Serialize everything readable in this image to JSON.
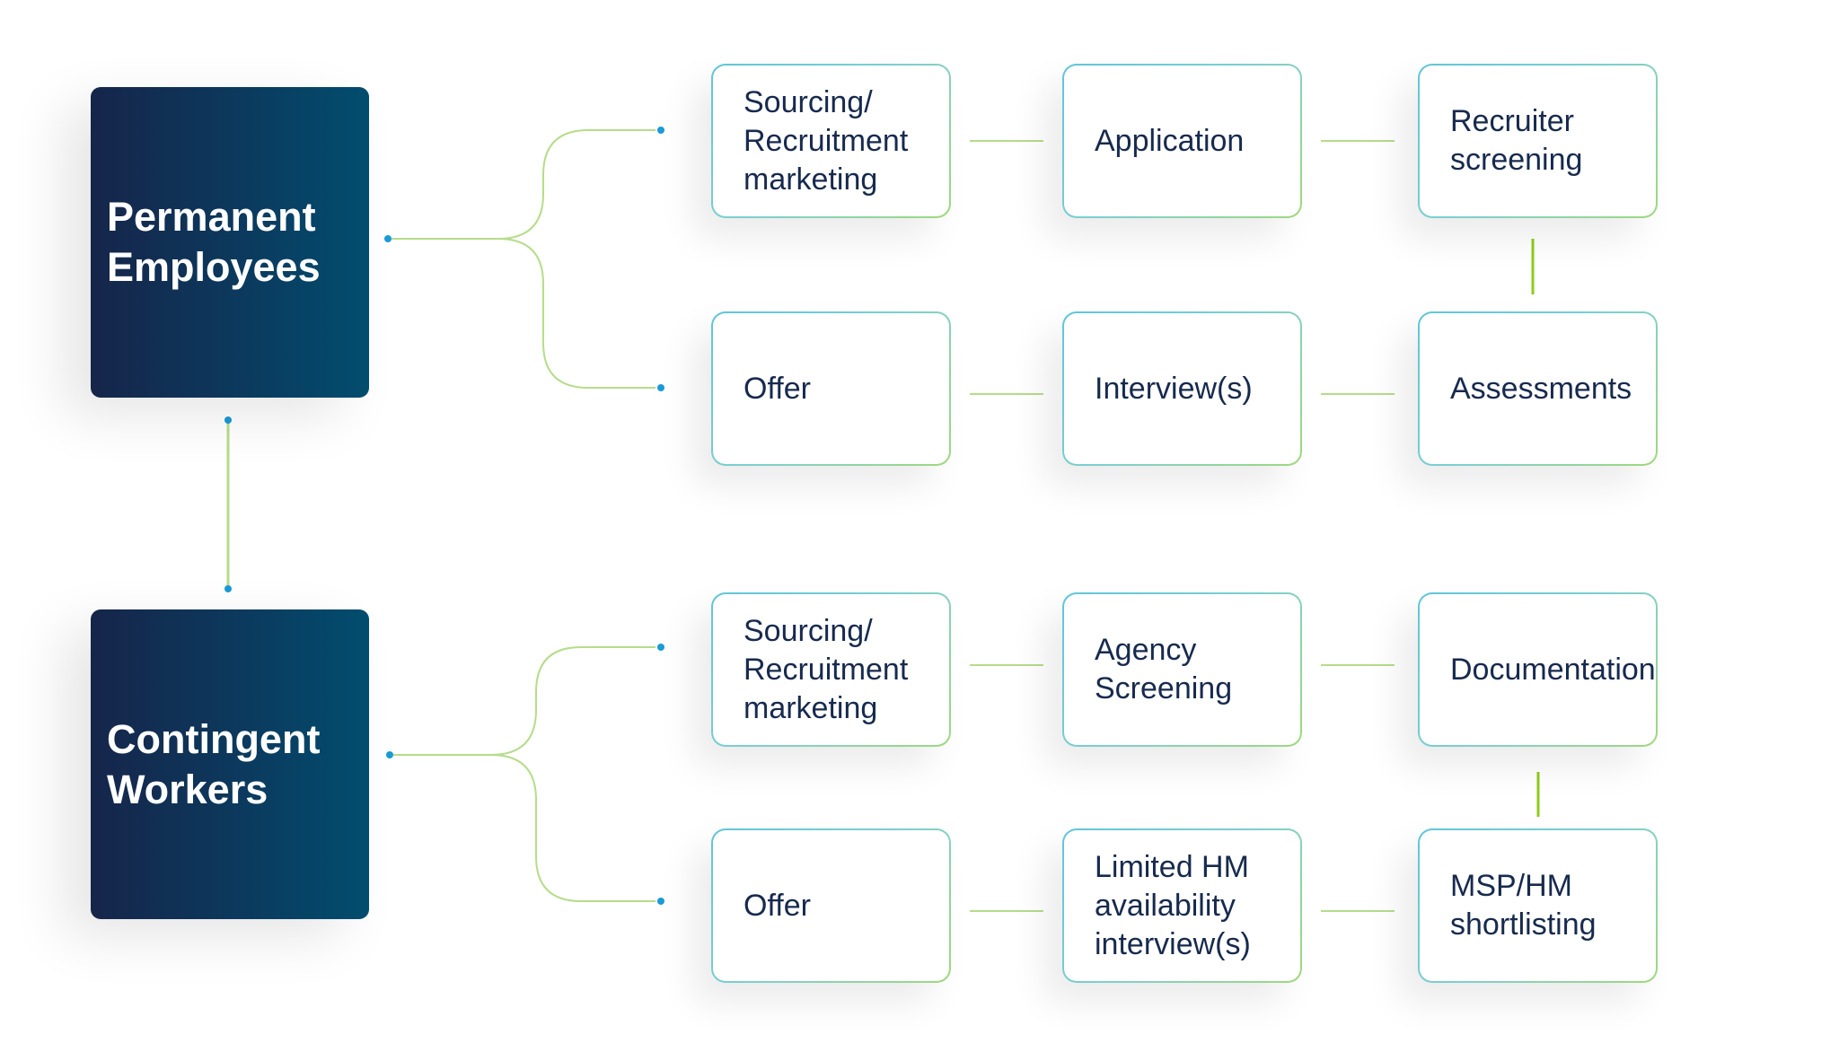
{
  "colors": {
    "category_gradient_start": "#16254a",
    "category_gradient_end": "#024d6e",
    "step_text": "#172a4e",
    "connector_light": "#b6dc8a",
    "connector_bright": "#8ccc1a",
    "dot": "#1a9ad6",
    "step_border_start": "#5fc6d8",
    "step_border_end": "#9fd97e"
  },
  "categories": [
    {
      "label": "Permanent\nEmployees",
      "rows": [
        [
          "Sourcing/\nRecruitment\nmarketing",
          "Application",
          "Recruiter\nscreening"
        ],
        [
          "Offer",
          "Interview(s)",
          "Assessments"
        ]
      ]
    },
    {
      "label": "Contingent\nWorkers",
      "rows": [
        [
          "Sourcing/\nRecruitment\nmarketing",
          "Agency\nScreening",
          "Documentation"
        ],
        [
          "Offer",
          "Limited HM\navailability\ninterview(s)",
          "MSP/HM\nshortlisting"
        ]
      ]
    }
  ]
}
